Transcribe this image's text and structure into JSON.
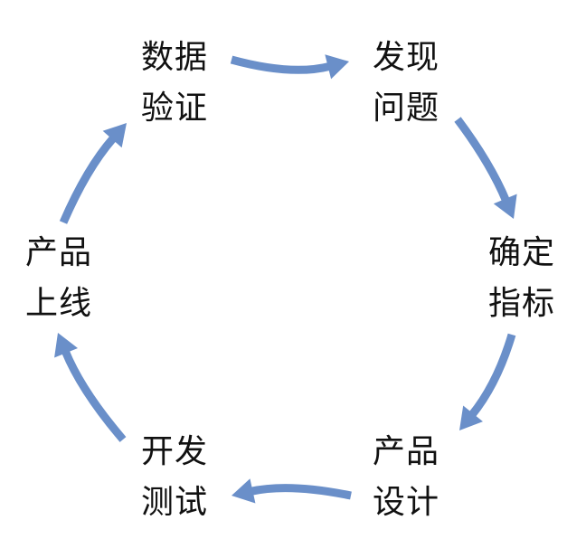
{
  "diagram": {
    "type": "cycle",
    "arrow_color": "#6a8fc9",
    "nodes": [
      {
        "id": "data-validation",
        "lines": [
          "数据",
          "验证"
        ]
      },
      {
        "id": "find-problem",
        "lines": [
          "发现",
          "问题"
        ]
      },
      {
        "id": "define-metrics",
        "lines": [
          "确定",
          "指标"
        ]
      },
      {
        "id": "product-design",
        "lines": [
          "产品",
          "设计"
        ]
      },
      {
        "id": "dev-test",
        "lines": [
          "开发",
          "测试"
        ]
      },
      {
        "id": "product-launch",
        "lines": [
          "产品",
          "上线"
        ]
      }
    ],
    "edges": [
      {
        "from": "data-validation",
        "to": "find-problem"
      },
      {
        "from": "find-problem",
        "to": "define-metrics"
      },
      {
        "from": "define-metrics",
        "to": "product-design"
      },
      {
        "from": "product-design",
        "to": "dev-test"
      },
      {
        "from": "dev-test",
        "to": "product-launch"
      },
      {
        "from": "product-launch",
        "to": "data-validation"
      }
    ]
  }
}
